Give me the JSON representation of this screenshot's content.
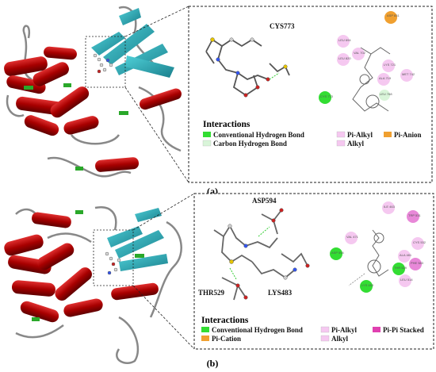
{
  "panel_a": {
    "caption": "(a)",
    "residue_3d": [
      "CYS773"
    ],
    "residues_2d": [
      "ASP 831",
      "LEU 694",
      "VAL 702",
      "LEU 820",
      "LYS 721",
      "ALA 719",
      "MET 742",
      "CYS 773",
      "LEU 768"
    ],
    "legend_title": "Interactions",
    "legend": [
      {
        "label": "Conventional Hydrogen Bond",
        "color": "#33dd33"
      },
      {
        "label": "Carbon Hydrogen Bond",
        "color": "#d9f5d9"
      },
      {
        "label": "Pi-Alkyl",
        "color": "#f5c8f0"
      },
      {
        "label": "Alkyl",
        "color": "#f5c8f0"
      },
      {
        "label": "Pi-Anion",
        "color": "#f0a030"
      }
    ]
  },
  "panel_b": {
    "caption": "(b)",
    "residues_3d": [
      "ASP594",
      "THR529",
      "LYS483"
    ],
    "residues_2d": [
      "ILE 463",
      "TRP 531",
      "VAL 471",
      "CYS 532",
      "ASP 594",
      "ALA 481",
      "THR 529",
      "PHE 583",
      "LEU 514",
      "LYS 483"
    ],
    "legend_title": "Interactions",
    "legend": [
      {
        "label": "Conventional Hydrogen Bond",
        "color": "#33dd33"
      },
      {
        "label": "Pi-Cation",
        "color": "#f0a030"
      },
      {
        "label": "Pi-Alkyl",
        "color": "#f5c8f0"
      },
      {
        "label": "Alkyl",
        "color": "#f5c8f0"
      },
      {
        "label": "Pi-Pi Stacked",
        "color": "#e040b0"
      }
    ]
  }
}
